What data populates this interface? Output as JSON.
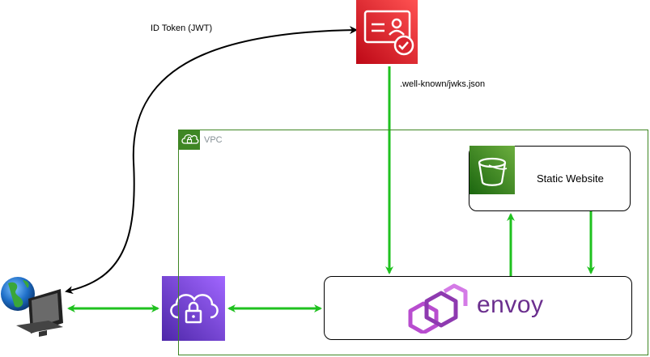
{
  "labels": {
    "id_token": "ID Token (JWT)",
    "jwks": ".well-known/jwks.json",
    "vpc": "VPC",
    "static_website": "Static Website",
    "envoy": "envoy"
  },
  "icons": {
    "client": "computer-globe-icon",
    "identity": "cognito-identity-icon",
    "vpn": "cloud-lock-icon",
    "storage": "s3-bucket-icon",
    "proxy": "envoy-logo-icon"
  },
  "colors": {
    "arrow_green": "#1fc11f",
    "vpc_green": "#3f8624",
    "identity_red": "#dd344c",
    "vpn_purple": "#8c4fff",
    "s3_green": "#3f8624",
    "envoy_purple": "#6b2f8e"
  }
}
